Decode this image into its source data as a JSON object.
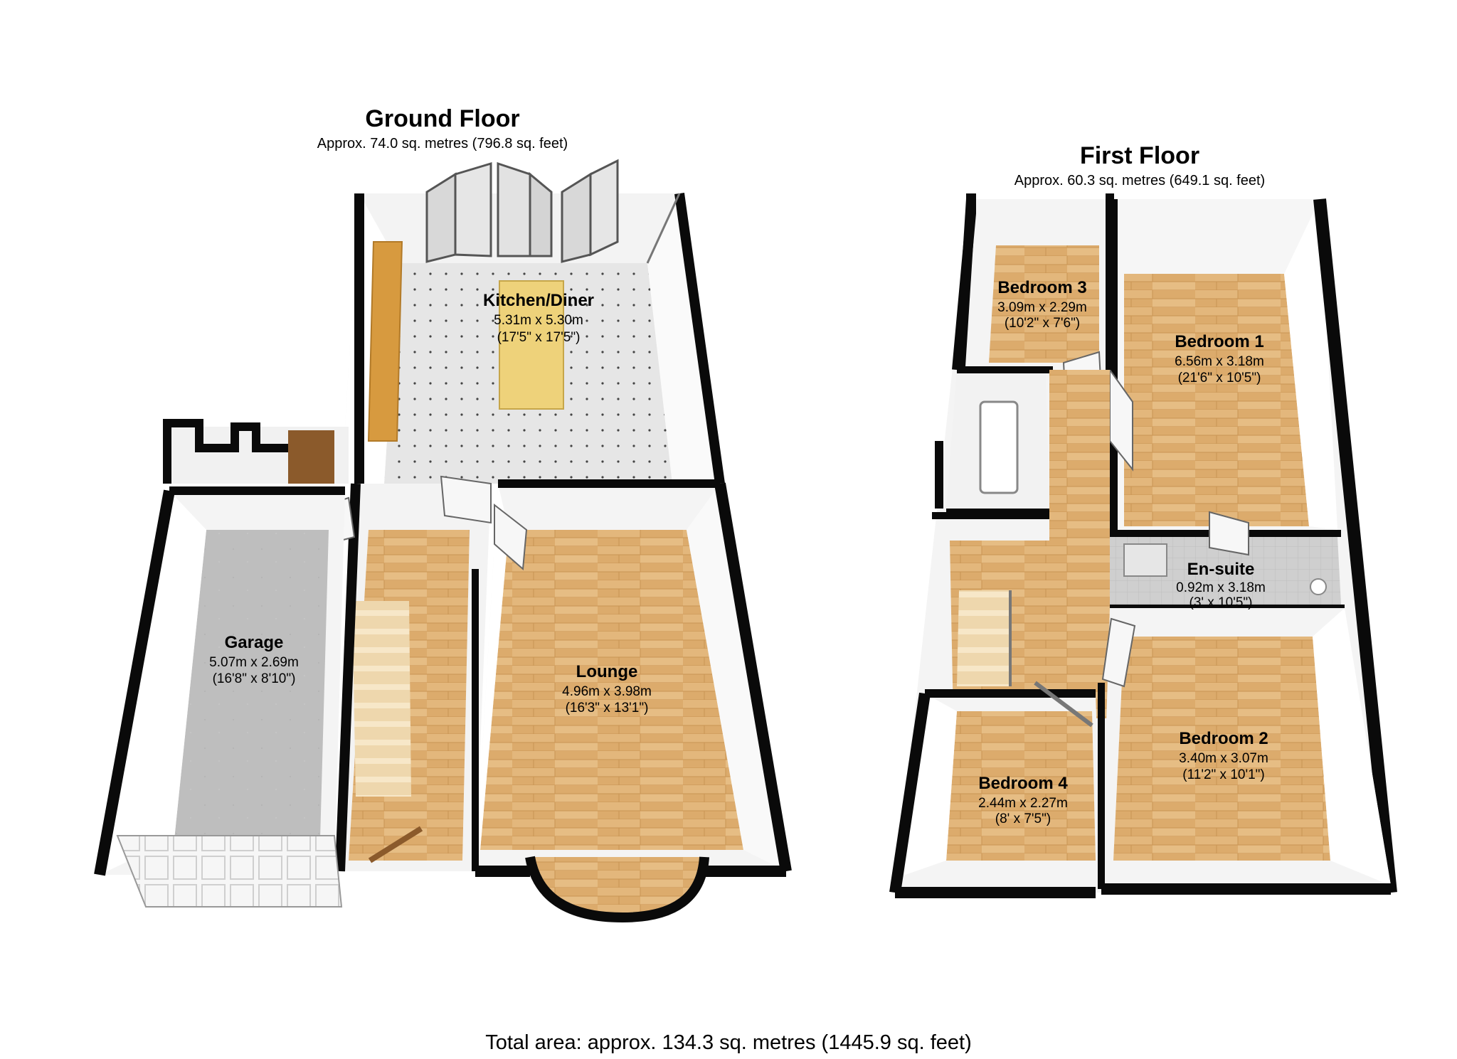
{
  "ground_floor": {
    "title": "Ground Floor",
    "area": "Approx. 74.0 sq. metres (796.8 sq. feet)",
    "rooms": {
      "kitchen": {
        "name": "Kitchen/Diner",
        "metric": "5.31m x 5.30m",
        "imperial": "(17'5\" x 17'5\")"
      },
      "lounge": {
        "name": "Lounge",
        "metric": "4.96m x 3.98m",
        "imperial": "(16'3\" x 13'1\")"
      },
      "garage": {
        "name": "Garage",
        "metric": "5.07m x 2.69m",
        "imperial": "(16'8\" x 8'10\")"
      }
    }
  },
  "first_floor": {
    "title": "First Floor",
    "area": "Approx. 60.3 sq. metres (649.1 sq. feet)",
    "rooms": {
      "bedroom3": {
        "name": "Bedroom 3",
        "metric": "3.09m x 2.29m",
        "imperial": "(10'2\" x 7'6\")"
      },
      "bedroom1": {
        "name": "Bedroom 1",
        "metric": "6.56m x 3.18m",
        "imperial": "(21'6\" x 10'5\")"
      },
      "ensuite": {
        "name": "En-suite",
        "metric": "0.92m x 3.18m",
        "imperial": "(3' x 10'5\")"
      },
      "bedroom2": {
        "name": "Bedroom 2",
        "metric": "3.40m x 3.07m",
        "imperial": "(11'2\" x 10'1\")"
      },
      "bedroom4": {
        "name": "Bedroom 4",
        "metric": "2.44m x 2.27m",
        "imperial": "(8' x 7'5\")"
      }
    }
  },
  "total_area": "Total area: approx. 134.3 sq. metres (1445.9 sq. feet)",
  "colors": {
    "wall": "#0a0a0a",
    "wall_inner": "#f4f4f4",
    "wood": "#d9a86a",
    "wood_light": "#e9c48f",
    "tile": "#e4e4e4",
    "garage_floor": "#bcbcbc",
    "bath": "#c8c8c8"
  }
}
